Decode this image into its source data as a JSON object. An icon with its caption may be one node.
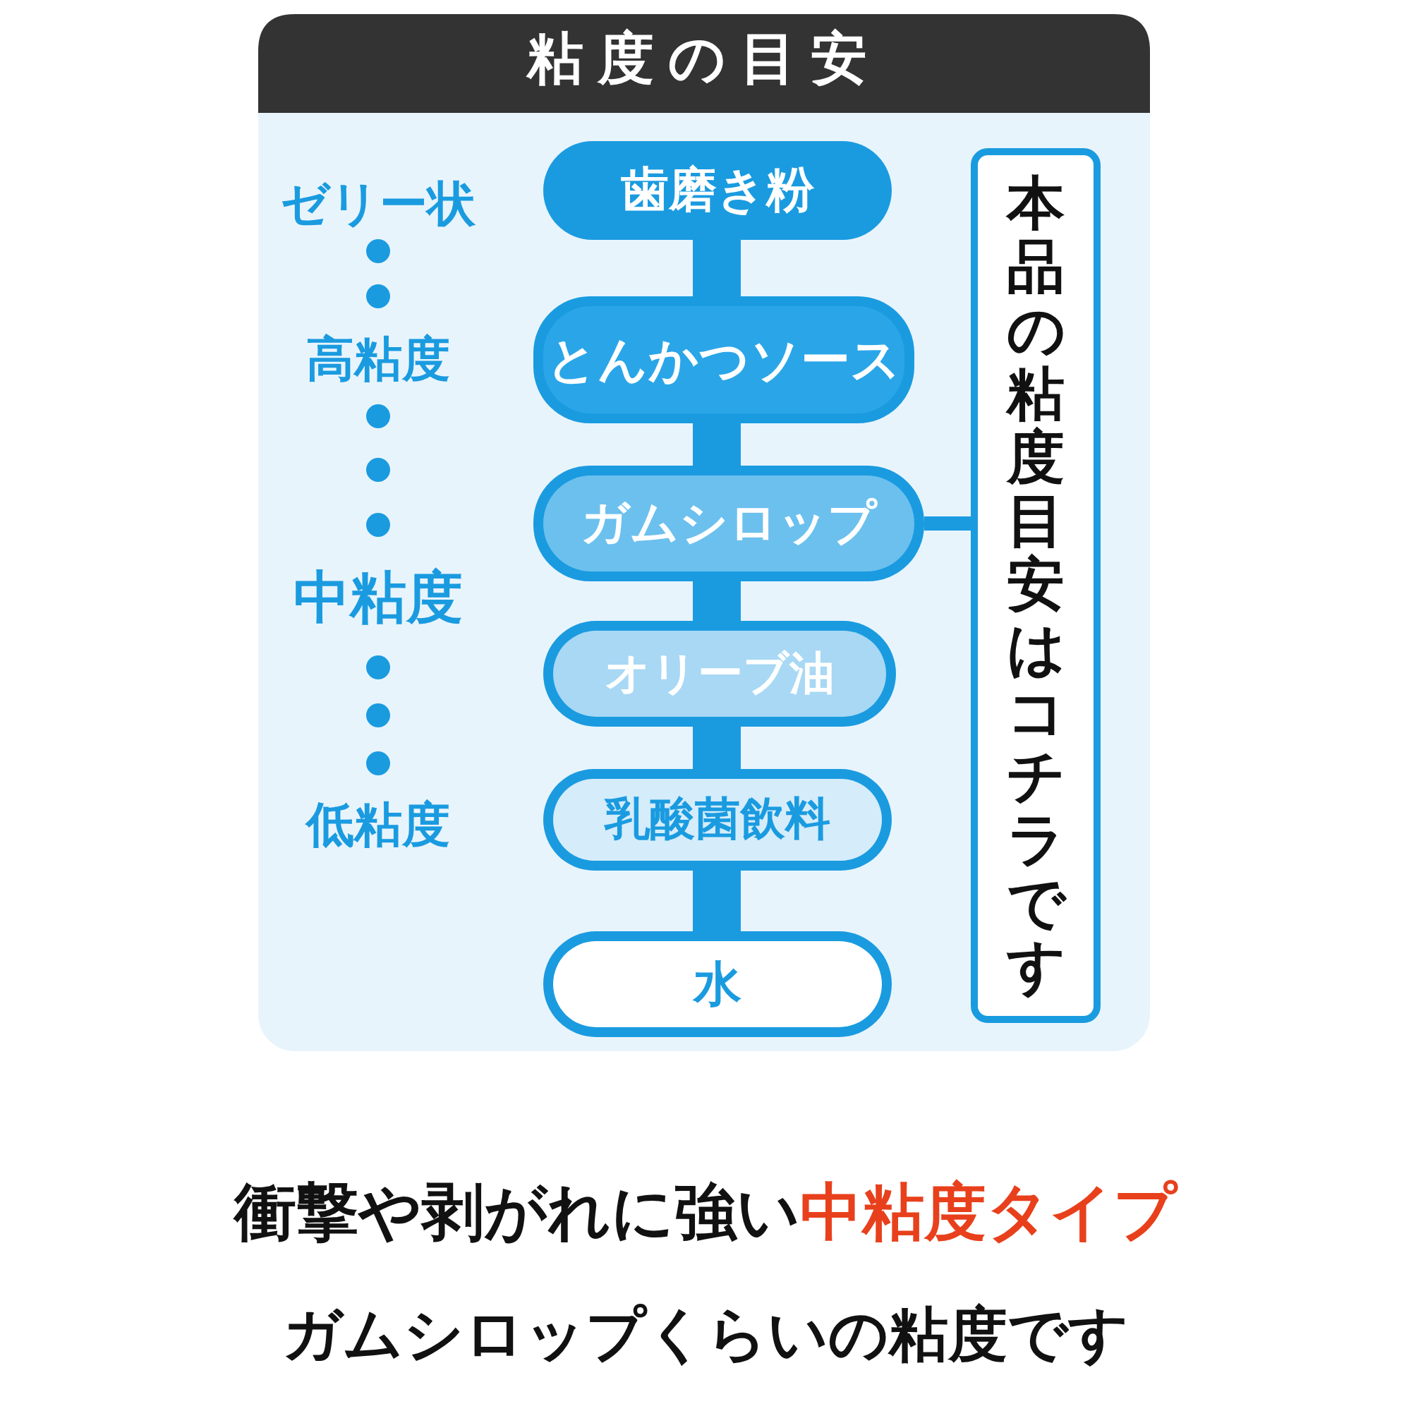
{
  "diagram": {
    "title": "粘度の目安",
    "nodes": [
      {
        "text": [
          "歯磨き粉"
        ]
      },
      {
        "text": [
          "とんかつソース"
        ]
      },
      {
        "text": [
          "ガムシロップ"
        ]
      },
      {
        "text": [
          "オリーブ油"
        ]
      },
      {
        "text": [
          "乳酸菌飲料"
        ]
      },
      {
        "text": [
          "水"
        ]
      },
      {
        "text": [
          "本品の粘度目安はコチラです"
        ]
      }
    ],
    "edges": [
      {
        "from": 0,
        "to": 1,
        "arrow": "none"
      },
      {
        "from": 1,
        "to": 2,
        "arrow": "none"
      },
      {
        "from": 2,
        "to": 3,
        "arrow": "none"
      },
      {
        "from": 3,
        "to": 4,
        "arrow": "none"
      },
      {
        "from": 4,
        "to": 5,
        "arrow": "none"
      },
      {
        "from": 6,
        "to": 2,
        "arrow": "none"
      }
    ],
    "labels": [
      "ゼリー状",
      "高粘度",
      "中粘度",
      "低粘度",
      "衝撃や剥がれに強い",
      "中粘度タイプ",
      "ガムシロップくらいの粘度です"
    ]
  }
}
